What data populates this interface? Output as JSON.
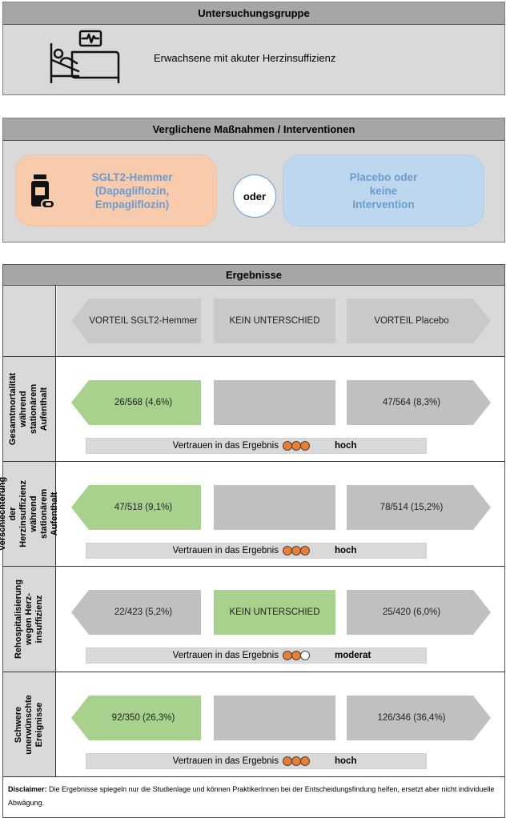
{
  "population": {
    "header": "Untersuchungsgruppe",
    "icon": "hospital-bed-icon",
    "text": "Erwachsene mit akuter Herzinsuffizienz"
  },
  "interventions": {
    "header": "Verglichene Maßnahmen / Interventionen",
    "left": {
      "icon": "medication-icon",
      "lines": [
        "SGLT2-Hemmer",
        "(Dapagliflozin,",
        "Empagliflozin)"
      ]
    },
    "connector": "oder",
    "right": {
      "lines": [
        "Placebo oder",
        "keine",
        "Intervention"
      ]
    },
    "colors": {
      "left_bg": "#f7cbac",
      "right_bg": "#bdd7ee",
      "text": "#6b9bd1"
    }
  },
  "results": {
    "header": "Ergebnisse",
    "column_headers": [
      "VORTEIL SGLT2-Hemmer",
      "KEIN UNTERSCHIED",
      "VORTEIL Placebo"
    ],
    "confidence_label": "Vertrauen in das Ergebnis",
    "colors": {
      "favored": "#a9d18e",
      "neutral": "#c0c0c0",
      "dot_on": "#ed7d31"
    },
    "outcomes": [
      {
        "label": "Gesamtmortalität\nwährend stationärem\nAufenthalt",
        "left": "26/568 (4,6%)",
        "middle": "",
        "right": "47/564 (8,3%)",
        "favored": "left",
        "confidence_dots": 3,
        "confidence_level": "hoch"
      },
      {
        "label": "Verschlechterung der\nHerzinsuffizienz\nwährend stationärem\nAufenthalt",
        "left": "47/518 (9,1%)",
        "middle": "",
        "right": "78/514 (15,2%)",
        "favored": "left",
        "confidence_dots": 3,
        "confidence_level": "hoch"
      },
      {
        "label": "Rehospitalisierung\nwegen Herz-\ninsuffizienz",
        "left": "22/423 (5,2%)",
        "middle": "KEIN UNTERSCHIED",
        "right": "25/420 (6,0%)",
        "favored": "middle",
        "confidence_dots": 2,
        "confidence_level": "moderat"
      },
      {
        "label": "Schwere\nunerwünschte\nEreignisse",
        "left": "92/350 (26,3%)",
        "middle": "",
        "right": "126/346 (36,4%)",
        "favored": "left",
        "confidence_dots": 3,
        "confidence_level": "hoch"
      }
    ]
  },
  "disclaimer": {
    "label": "Disclaimer:",
    "text": " Die Ergebnisse spiegeln nur die Studienlage und können PraktikerInnen bei der Entscheidungsfindung helfen, ersetzt aber nicht individuelle Abwägung."
  }
}
